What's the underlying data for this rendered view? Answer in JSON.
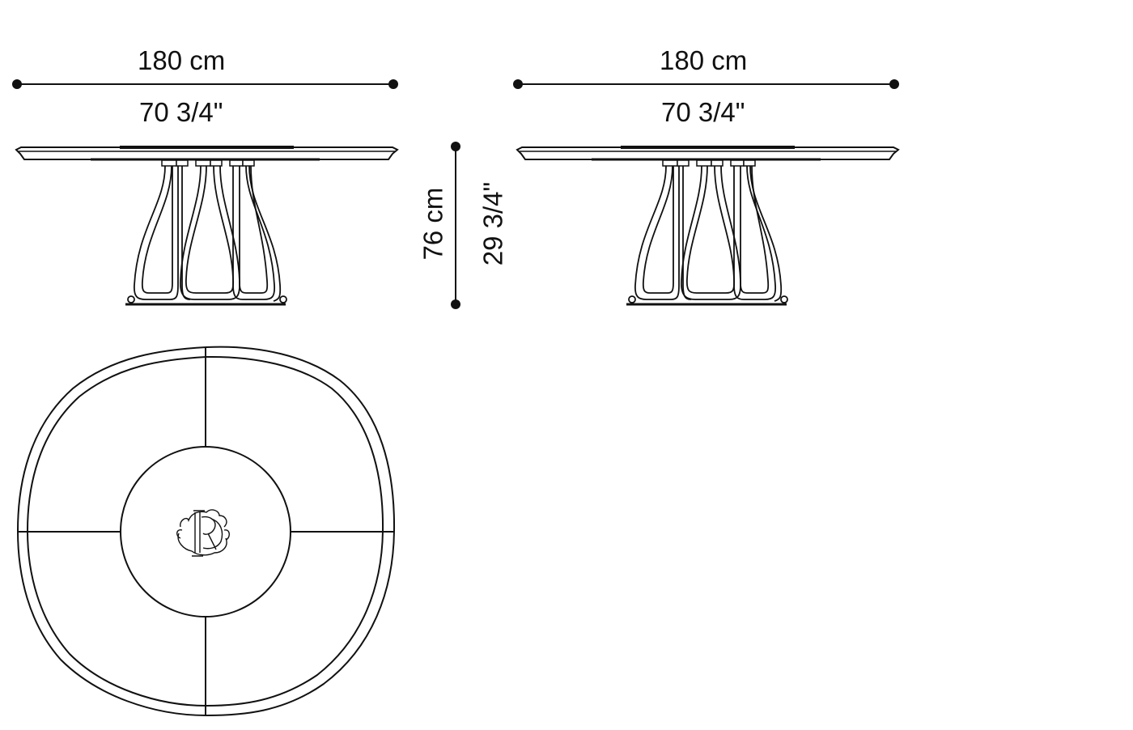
{
  "drawing": {
    "front_view": {
      "width_metric": "180 cm",
      "width_imperial": "70 3/4\""
    },
    "side_view": {
      "width_metric": "180 cm",
      "width_imperial": "70 3/4\""
    },
    "height": {
      "metric": "76 cm",
      "imperial": "29 3/4\""
    },
    "plan_view": {
      "logo": "RC monogram",
      "segments": 4
    },
    "colors": {
      "line": "#111111",
      "background": "#ffffff"
    }
  }
}
